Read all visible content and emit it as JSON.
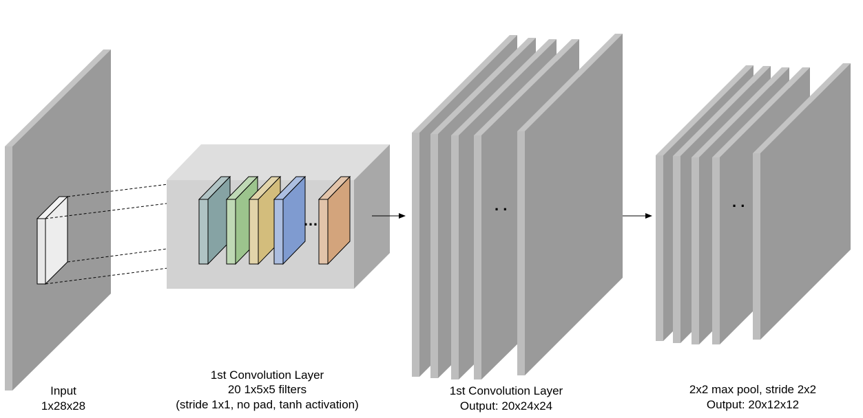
{
  "colors": {
    "slab_face": "#9a9a9a",
    "slab_side": "#bdbdbd",
    "slab_top": "#c4c4c4",
    "box_front": "#d2d2d2",
    "box_top": "#dedede",
    "box_side": "#a8a8a8",
    "filters": [
      "#86a3a4",
      "#9cc48d",
      "#d3bd7c",
      "#7f9bd0",
      "#d3a47c"
    ]
  },
  "input": {
    "label_line1": "Input",
    "label_line2": "1x28x28"
  },
  "conv_filters": {
    "label_line1": "1st Convolution Layer",
    "label_line2": "20 1x5x5 filters",
    "label_line3": "(stride 1x1, no pad, tanh activation)",
    "ellipsis": "…"
  },
  "conv_output": {
    "label_line1": "1st Convolution Layer",
    "label_line2": "Output: 20x24x24",
    "ellipsis": ". ."
  },
  "pool_output": {
    "label_line1": "2x2 max pool, stride 2x2",
    "label_line2": "Output: 20x12x12",
    "ellipsis": ". ."
  }
}
